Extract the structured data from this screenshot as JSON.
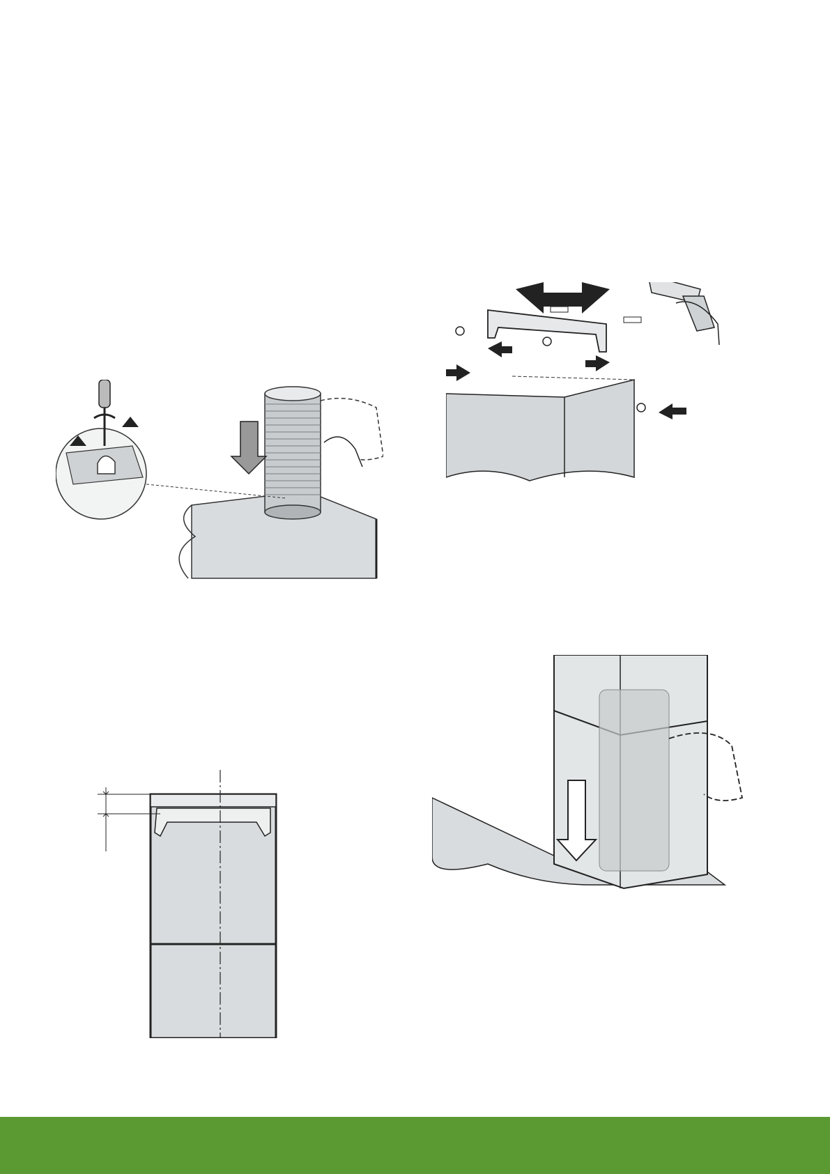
{
  "page": {
    "background": "#ffffff"
  },
  "footer": {
    "color": "#5b9a32"
  },
  "figures": [
    {
      "id": "fig-duct",
      "icons": [
        "screwdriver-icon",
        "up-arrow-icon",
        "down-arrow-icon",
        "hand-icon",
        "flexible-duct-icon"
      ]
    },
    {
      "id": "fig-bracket",
      "icons": [
        "drill-icon",
        "screw-icon",
        "wall-plug-icon",
        "left-arrow-icon",
        "right-arrow-icon"
      ]
    },
    {
      "id": "fig-plan",
      "icons": [
        "dimension-line-icon",
        "centerline-icon"
      ]
    },
    {
      "id": "fig-cover",
      "icons": [
        "down-arrow-icon",
        "flexible-duct-icon"
      ]
    }
  ]
}
